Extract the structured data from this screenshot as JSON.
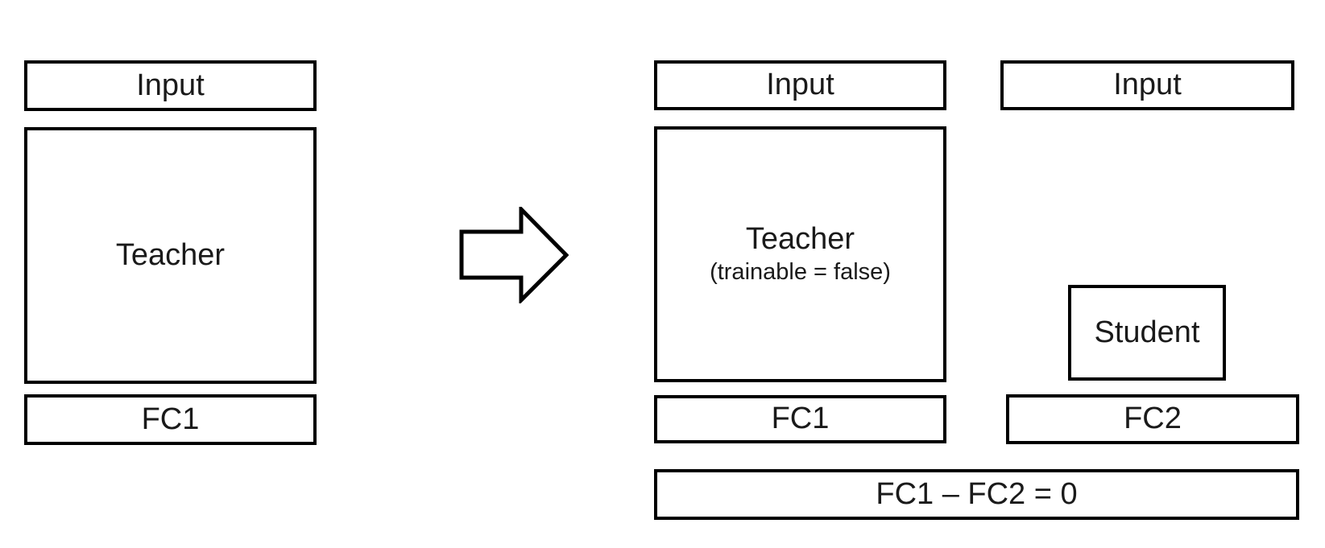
{
  "colors": {
    "stroke": "#000000",
    "background": "#ffffff",
    "text": "#1a1a1a"
  },
  "left_model": {
    "input": "Input",
    "body": "Teacher",
    "fc": "FC1"
  },
  "arrow": {
    "direction": "right"
  },
  "right_teacher": {
    "input": "Input",
    "body": "Teacher",
    "note": "(trainable = false)",
    "fc": "FC1"
  },
  "right_student": {
    "input": "Input",
    "body": "Student",
    "fc": "FC2"
  },
  "constraint": "FC1 – FC2 = 0"
}
